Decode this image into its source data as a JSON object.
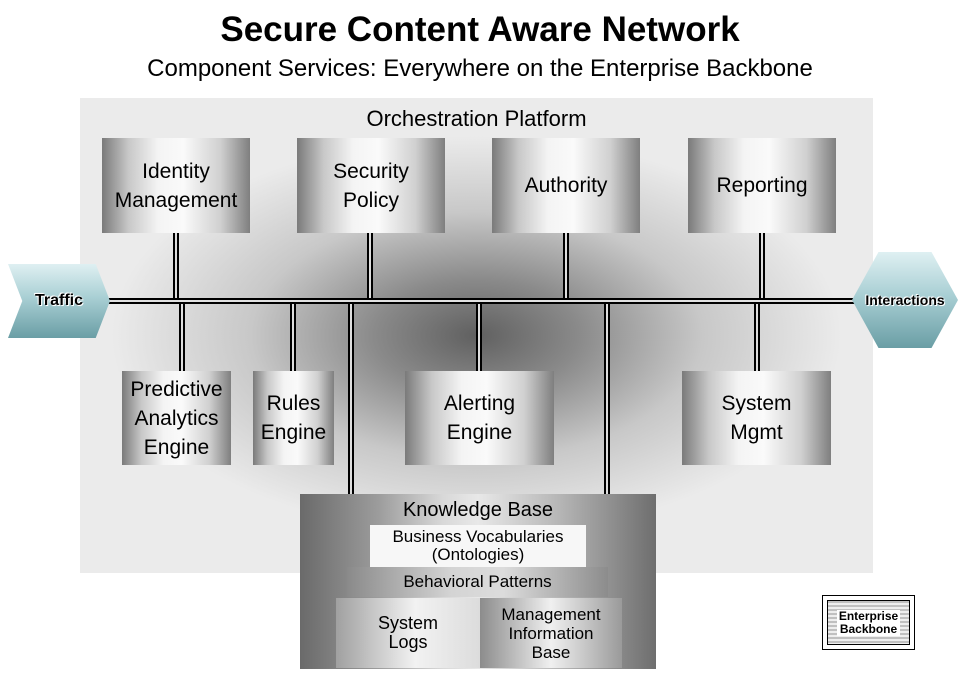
{
  "header": {
    "title": "Secure Content Aware Network",
    "subtitle": "Component Services: Everywhere on the Enterprise Backbone"
  },
  "platform": {
    "label": "Orchestration Platform"
  },
  "top_components": [
    {
      "label": "Identity\nManagement"
    },
    {
      "label": "Security\nPolicy"
    },
    {
      "label": "Authority"
    },
    {
      "label": "Reporting"
    }
  ],
  "bottom_components": [
    {
      "label": "Predictive\nAnalytics\nEngine"
    },
    {
      "label": "Rules\nEngine"
    },
    {
      "label": "Alerting\nEngine"
    },
    {
      "label": "System\nMgmt"
    }
  ],
  "endpoints": {
    "left": "Traffic",
    "right": "Interactions"
  },
  "knowledge_base": {
    "title": "Knowledge Base",
    "vocabularies": "Business Vocabularies\n(Ontologies)",
    "patterns": "Behavioral Patterns",
    "logs": "System\nLogs",
    "mib": "Management\nInformation\nBase"
  },
  "legend": {
    "label": "Enterprise\nBackbone"
  }
}
